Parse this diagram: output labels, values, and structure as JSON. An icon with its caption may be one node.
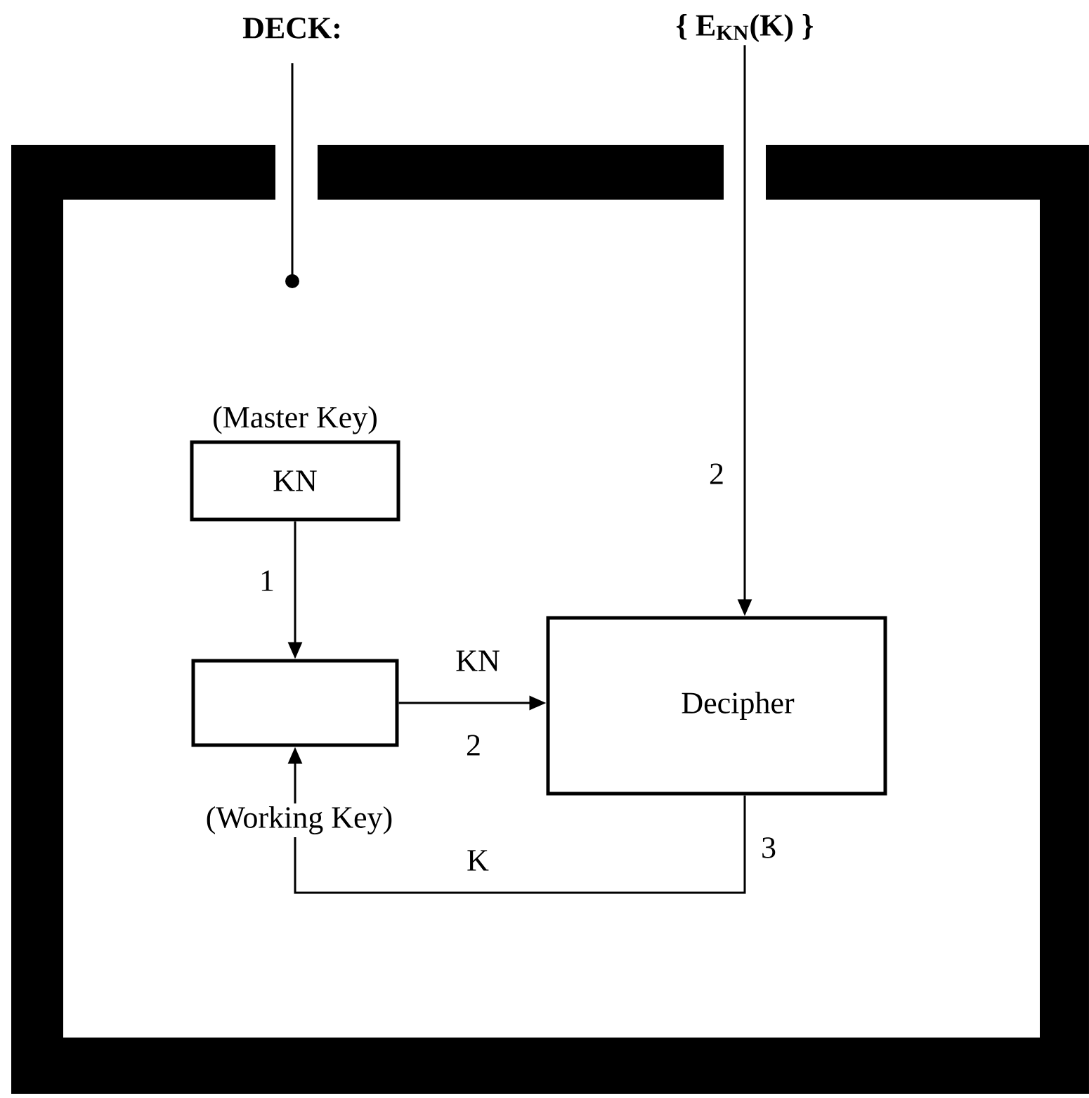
{
  "diagram": {
    "nodes": [
      {
        "text": [
          "DECK:"
        ]
      },
      {
        "text": [
          "{ E$_{KN}$(K) }"
        ]
      },
      {
        "text": [
          "(Master Key)",
          "KN"
        ]
      },
      {
        "text": [],
        "shape": "box",
        "beside": [
          "(Working Key)"
        ]
      },
      {
        "text": [
          "Decipher"
        ]
      }
    ],
    "edges": [
      {
        "from": 0,
        "to": null,
        "arrow": "other"
      },
      {
        "from": 1,
        "to": 4,
        "arrow": "to",
        "label": "2"
      },
      {
        "from": 2,
        "to": 3,
        "arrow": "to",
        "label": "1"
      },
      {
        "from": 3,
        "to": 4,
        "arrow": "to",
        "label": "KN"
      },
      {
        "from": 4,
        "to": 3,
        "arrow": "to",
        "label": "K"
      }
    ],
    "labels": [
      "2",
      "3"
    ]
  }
}
